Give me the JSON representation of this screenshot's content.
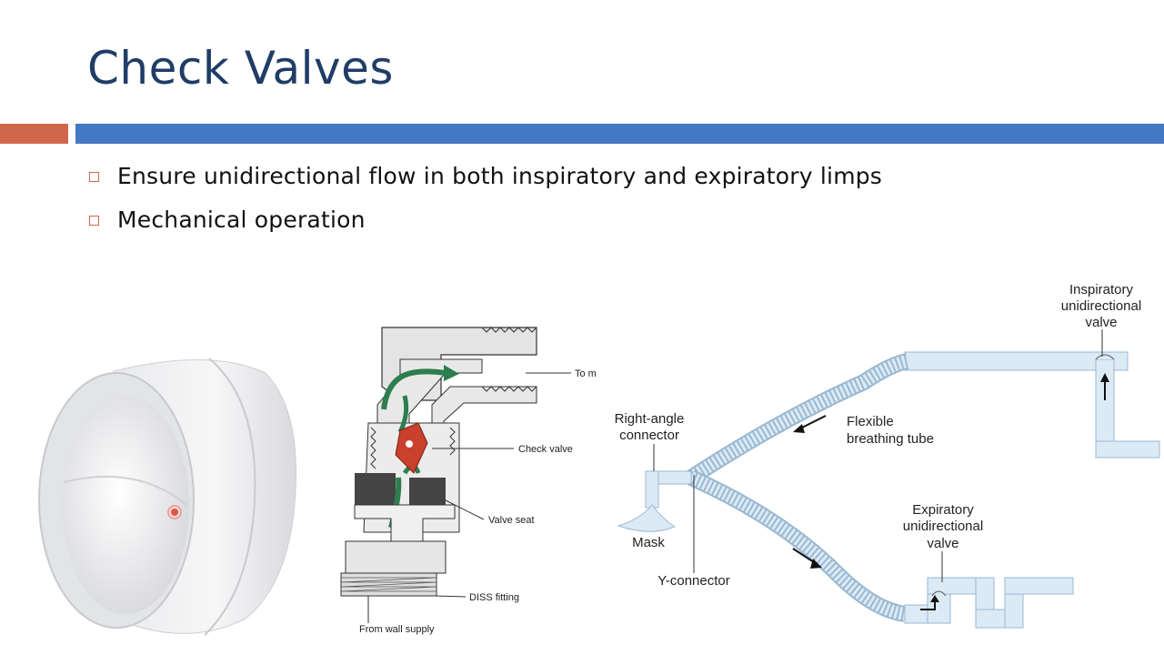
{
  "slide": {
    "title": "Check Valves",
    "bullets": [
      "Ensure unidirectional flow in both inspiratory and expiratory limps",
      "Mechanical operation"
    ]
  },
  "valve_diagram": {
    "labels": {
      "to": "To m",
      "check_valve": "Check valve",
      "valve_seat": "Valve seat",
      "diss_fitting": "DISS fitting",
      "from_wall": "From wall supply"
    }
  },
  "circuit_diagram": {
    "labels": {
      "insp_1": "Inspiratory",
      "insp_2": "unidirectional",
      "insp_3": "valve",
      "right_1": "Right-angle",
      "right_2": "connector",
      "flex_1": "Flexible",
      "flex_2": "breathing tube",
      "exp_1": "Expiratory",
      "exp_2": "unidirectional",
      "exp_3": "valve",
      "mask": "Mask",
      "y_connector": "Y-connector"
    }
  },
  "colors": {
    "title": "#1f3d66",
    "accent": "#d0674a",
    "bar": "#4479c3",
    "tube": "#dceaf5",
    "tube_edge": "#9ab8d2",
    "valve_red": "#c9402c",
    "flow_green": "#2e7d4f"
  }
}
